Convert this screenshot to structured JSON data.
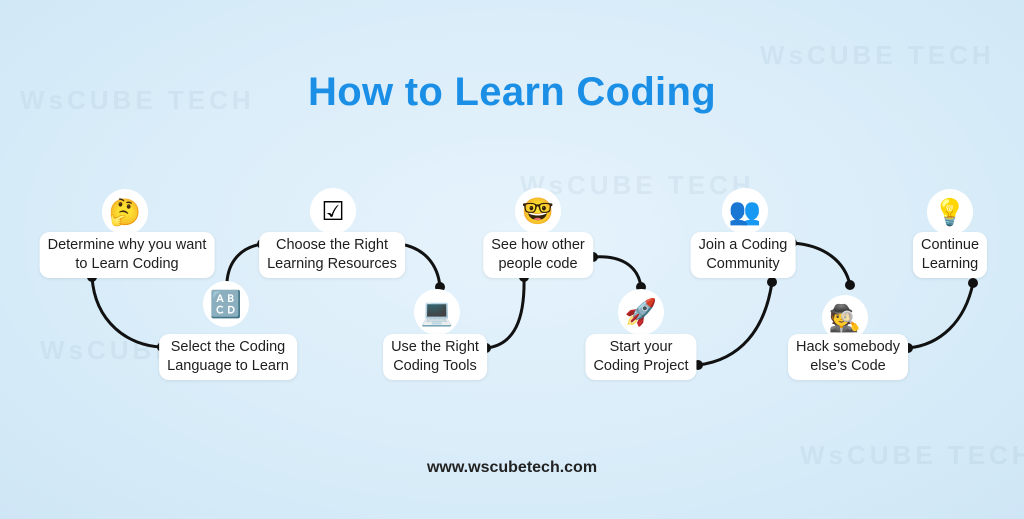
{
  "title": "How to Learn Coding",
  "footer": "www.wscubetech.com",
  "steps": [
    {
      "line1": "Determine why you want",
      "line2": "to Learn Coding",
      "icon": "confused-person-icon",
      "glyph": "🤔"
    },
    {
      "line1": "Select the Coding",
      "line2": "Language to Learn",
      "icon": "abcd-choice-icon",
      "glyph": "🔠"
    },
    {
      "line1": "Choose the Right",
      "line2": "Learning Resources",
      "icon": "checkbox-pointer-icon",
      "glyph": "☑"
    },
    {
      "line1": "Use the Right",
      "line2": "Coding Tools",
      "icon": "person-at-computer-icon",
      "glyph": "💻"
    },
    {
      "line1": "See how other",
      "line2": "people code",
      "icon": "person-binoculars-icon",
      "glyph": "🤓"
    },
    {
      "line1": "Start your",
      "line2": "Coding Project",
      "icon": "rocket-box-icon",
      "glyph": "🚀"
    },
    {
      "line1": "Join a Coding",
      "line2": "Community",
      "icon": "community-people-icon",
      "glyph": "👥"
    },
    {
      "line1": "Hack somebody",
      "line2": "else’s Code",
      "icon": "hacker-laptop-icon",
      "glyph": "🕵"
    },
    {
      "line1": "Continue",
      "line2": "Learning",
      "icon": "meditating-learner-icon",
      "glyph": "💡"
    }
  ],
  "colors": {
    "title": "#1b8fe6",
    "connector": "#111111"
  }
}
